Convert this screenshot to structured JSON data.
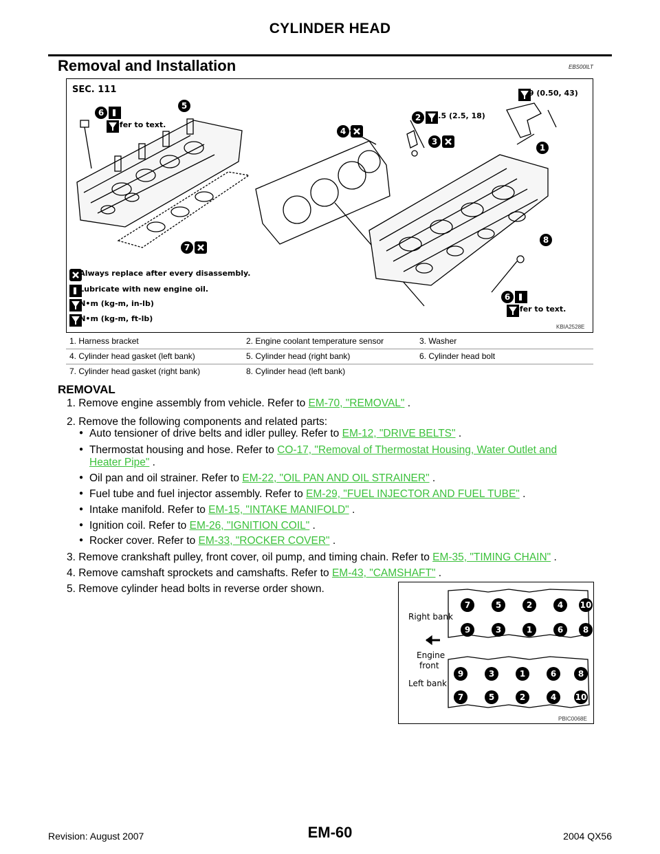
{
  "header": {
    "title": "CYLINDER HEAD"
  },
  "section": {
    "title": "Removal and Installation",
    "code": "EBS00ILT"
  },
  "figure1": {
    "sec_label": "SEC. 111",
    "torque_top": "4.9 (0.50, 43)",
    "torque_sensor": "24.5 (2.5, 18)",
    "refer_text_top": "Refer to text.",
    "refer_text_bottom": "Refer to text.",
    "legend": {
      "replace": ": Always replace after every disassembly.",
      "lubricate": ": Lubricate with new engine oil.",
      "torque_in_lb": ": N•m (kg-m, in-lb)",
      "torque_ft_lb": ": N•m (kg-m, ft-lb)"
    },
    "code": "KBIA2528E",
    "callouts": [
      "1",
      "2",
      "3",
      "4",
      "5",
      "6",
      "6",
      "7",
      "8"
    ]
  },
  "parts": {
    "rows": [
      [
        "1.   Harness bracket",
        "2.   Engine coolant temperature sensor",
        "3.   Washer"
      ],
      [
        "4.   Cylinder head gasket (left bank)",
        "5.   Cylinder head (right bank)",
        "6.   Cylinder head bolt"
      ],
      [
        "7.   Cylinder head gasket (right bank)",
        "8.   Cylinder head (left bank)",
        ""
      ]
    ]
  },
  "removal": {
    "title": "REMOVAL",
    "step1": {
      "text": "1.   Remove engine assembly from vehicle. Refer to ",
      "link": "EM-70, \"REMOVAL\"",
      "end": " ."
    },
    "step2": {
      "text": "2.   Remove the following components and related parts:"
    },
    "bullets": [
      {
        "text": "Auto tensioner of drive belts and idler pulley. Refer to ",
        "link": "EM-12, \"DRIVE BELTS\"",
        "end": " ."
      },
      {
        "text": "Thermostat housing and hose. Refer to ",
        "link": "CO-17, \"Removal of Thermostat Housing, Water Outlet and",
        "link2": "Heater Pipe\"",
        "end": " ."
      },
      {
        "text": "Oil pan and oil strainer. Refer to ",
        "link": "EM-22, \"OIL PAN AND OIL STRAINER\"",
        "end": " ."
      },
      {
        "text": "Fuel tube and fuel injector assembly. Refer to ",
        "link": "EM-29, \"FUEL INJECTOR AND FUEL TUBE\"",
        "end": " ."
      },
      {
        "text": "Intake manifold. Refer to ",
        "link": "EM-15, \"INTAKE MANIFOLD\"",
        "end": " ."
      },
      {
        "text": "Ignition coil. Refer to ",
        "link": "EM-26, \"IGNITION COIL\"",
        "end": " ."
      },
      {
        "text": "Rocker cover. Refer to ",
        "link": "EM-33, \"ROCKER COVER\"",
        "end": " ."
      }
    ],
    "step3": {
      "text": "3.   Remove crankshaft pulley, front cover, oil pump, and timing chain. Refer to ",
      "link": "EM-35, \"TIMING CHAIN\"",
      "end": " ."
    },
    "step4": {
      "text": "4.   Remove camshaft sprockets and camshafts. Refer to ",
      "link": "EM-43, \"CAMSHAFT\"",
      "end": " ."
    },
    "step5": {
      "text": "5.   Remove cylinder head bolts in reverse order shown."
    }
  },
  "figure2": {
    "right_bank": "Right bank",
    "engine_front_1": "Engine",
    "engine_front_2": "front",
    "left_bank": "Left bank",
    "right_row1": [
      "7",
      "5",
      "2",
      "4",
      "10"
    ],
    "right_row2": [
      "9",
      "3",
      "1",
      "6",
      "8"
    ],
    "left_row1": [
      "9",
      "3",
      "1",
      "6",
      "8"
    ],
    "left_row2": [
      "7",
      "5",
      "2",
      "4",
      "10"
    ],
    "code": "PBIC0068E"
  },
  "footer": {
    "revision": "Revision: August 2007",
    "page": "EM-60",
    "model": "2004 QX56"
  }
}
